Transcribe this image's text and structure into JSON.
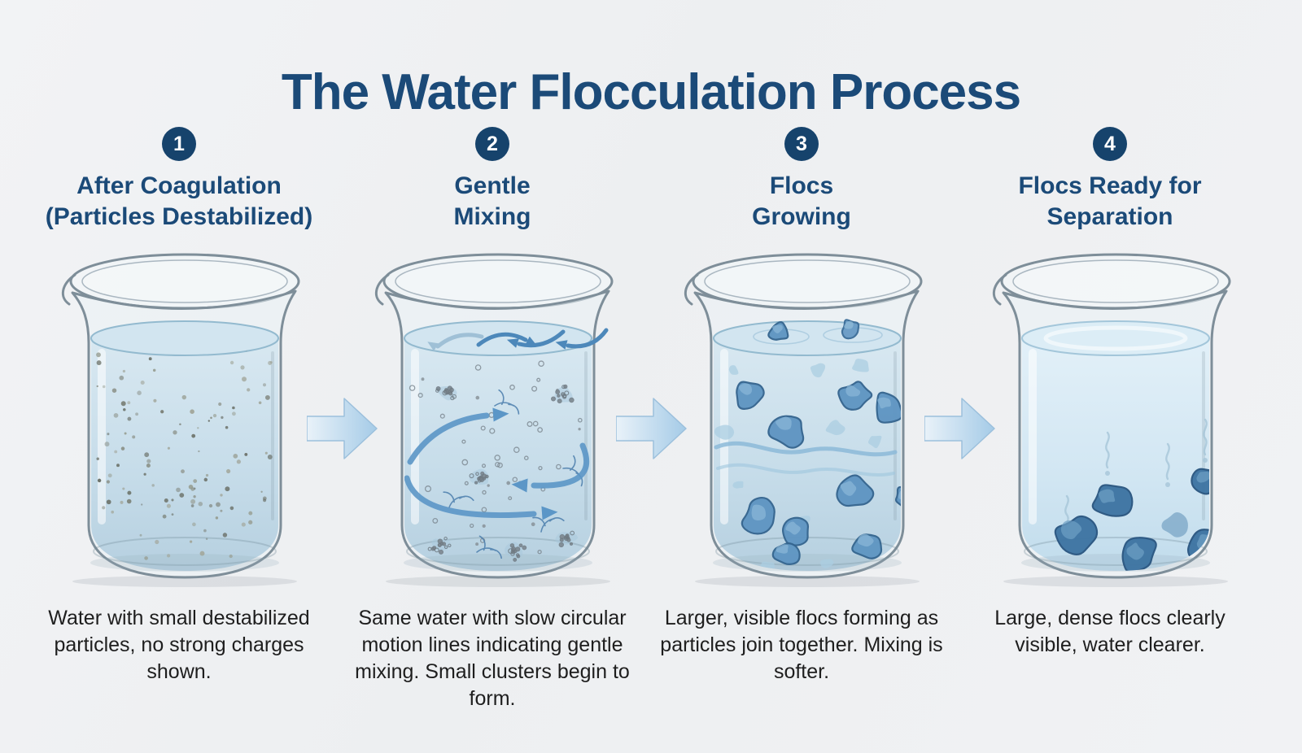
{
  "title": "The Water Flocculation Process",
  "colors": {
    "title": "#1b4a78",
    "badge_bg": "#16436c",
    "badge_text": "#ffffff",
    "description_text": "#1e1e1e",
    "background": "#eff1f3",
    "flow_arrow": "#a5cbe7",
    "water": "#c7ddea",
    "water_clear": "#d3e7f3",
    "glass_outline": "#7e8e99",
    "particle": "#8f968e",
    "motion_arrow": "#5b96c7",
    "floc": "#5f95c2",
    "floc_dense": "#3e74a2"
  },
  "stages": [
    {
      "badge": "1",
      "title_line1": "After Coagulation",
      "title_line2": "(Particles Destabilized)",
      "description": "Water with small destabilized particles, no strong charges shown.",
      "beaker": "destabilized-particles"
    },
    {
      "badge": "2",
      "title_line1": "Gentle",
      "title_line2": "Mixing",
      "description": "Same water with slow circular motion lines indicating gentle mixing. Small clusters begin to form.",
      "beaker": "gentle-mixing"
    },
    {
      "badge": "3",
      "title_line1": "Flocs",
      "title_line2": "Growing",
      "description": "Larger, visible flocs forming as particles join together. Mixing is softer.",
      "beaker": "flocs-growing"
    },
    {
      "badge": "4",
      "title_line1": "Flocs Ready for",
      "title_line2": "Separation",
      "description": "Large, dense flocs clearly visible, water clearer.",
      "beaker": "flocs-settled"
    }
  ]
}
